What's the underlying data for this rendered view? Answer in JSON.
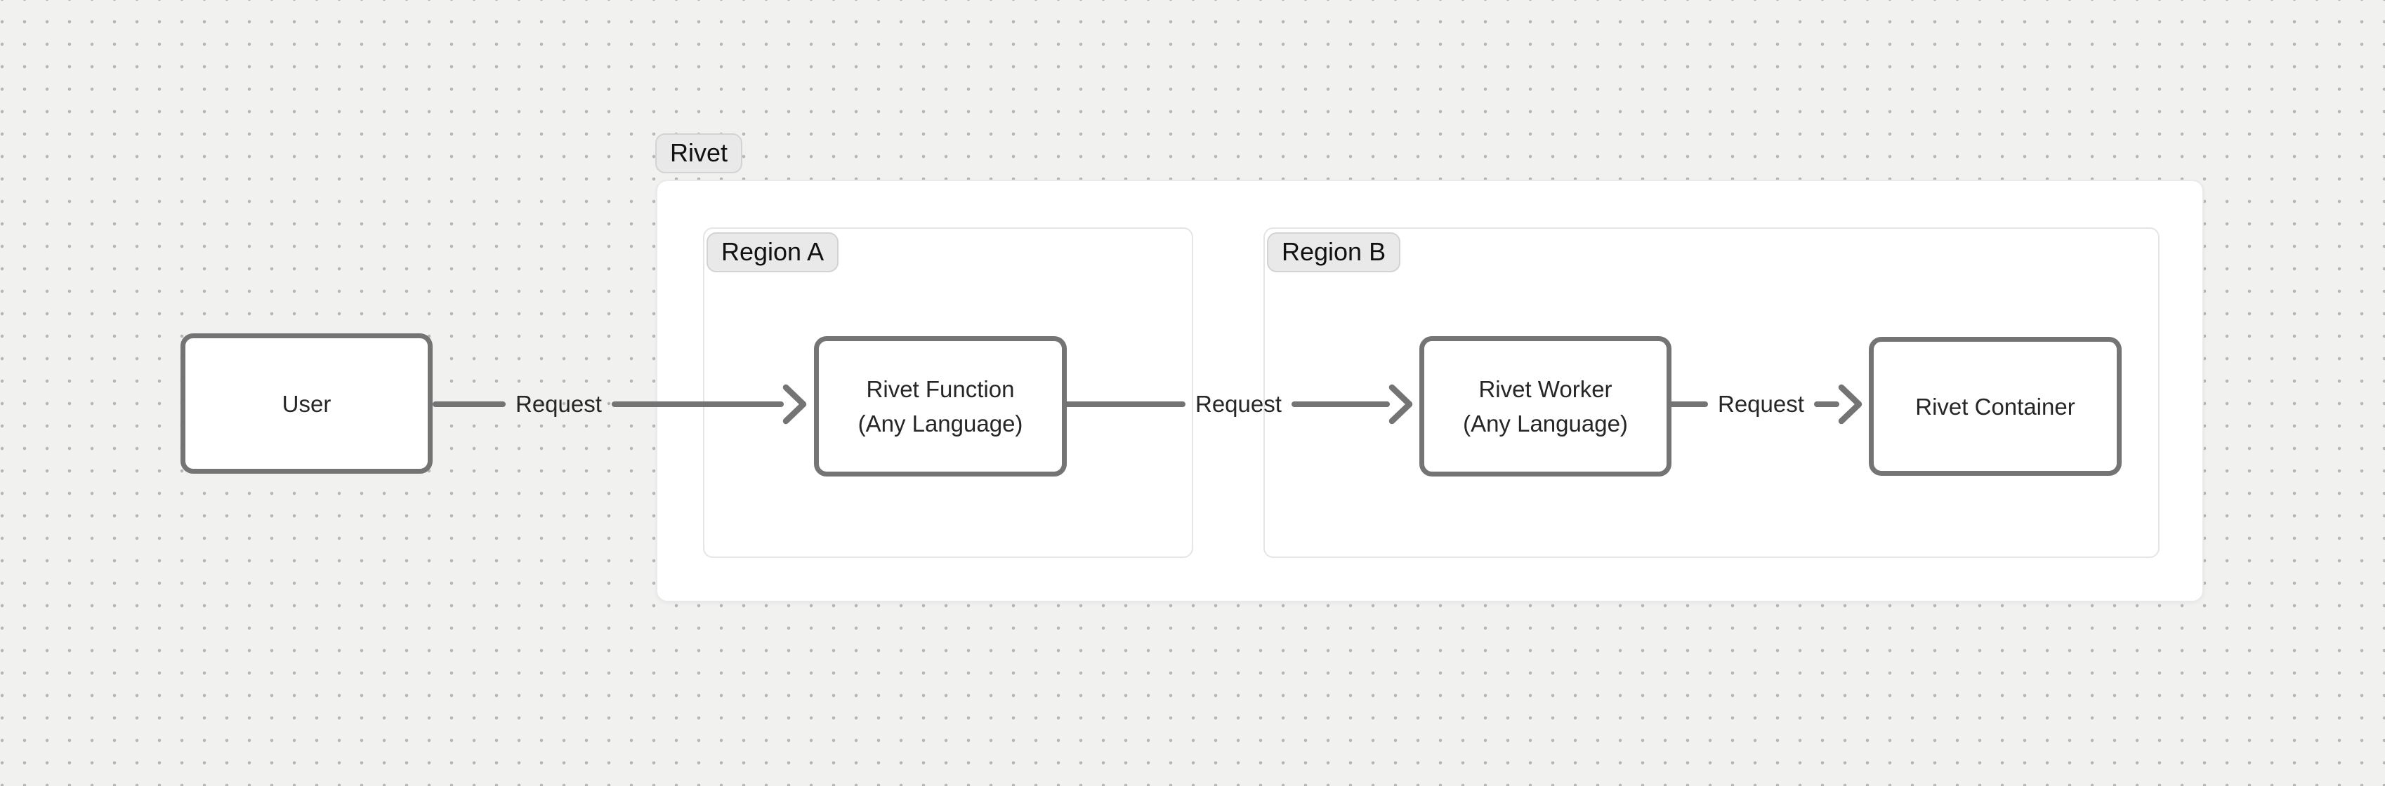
{
  "page": {
    "type": "architecture-diagram",
    "background_color": "#f1f1f0",
    "dot_color": "#b5b5b5"
  },
  "diagram": {
    "group": {
      "label": "Rivet"
    },
    "user_node": {
      "label": "User"
    },
    "regions": [
      {
        "label": "Region A",
        "nodes": [
          {
            "lines": [
              "Rivet Function",
              "(Any Language)"
            ]
          }
        ]
      },
      {
        "label": "Region B",
        "nodes": [
          {
            "lines": [
              "Rivet Worker",
              "(Any Language)"
            ]
          },
          {
            "lines": [
              "Rivet Container"
            ]
          }
        ]
      }
    ],
    "edges": [
      {
        "label": "Request",
        "from": "User",
        "to": "Rivet Function"
      },
      {
        "label": "Request",
        "from": "Rivet Function",
        "to": "Rivet Worker"
      },
      {
        "label": "Request",
        "from": "Rivet Worker",
        "to": "Rivet Container"
      }
    ],
    "colors": {
      "node_border": "#747474",
      "node_fill": "#ffffff",
      "text": "#262626",
      "pill_fill": "#e9e9e9",
      "pill_border": "#d3d3d3",
      "region_border": "#e5e5e5",
      "arrow": "#747474"
    }
  }
}
